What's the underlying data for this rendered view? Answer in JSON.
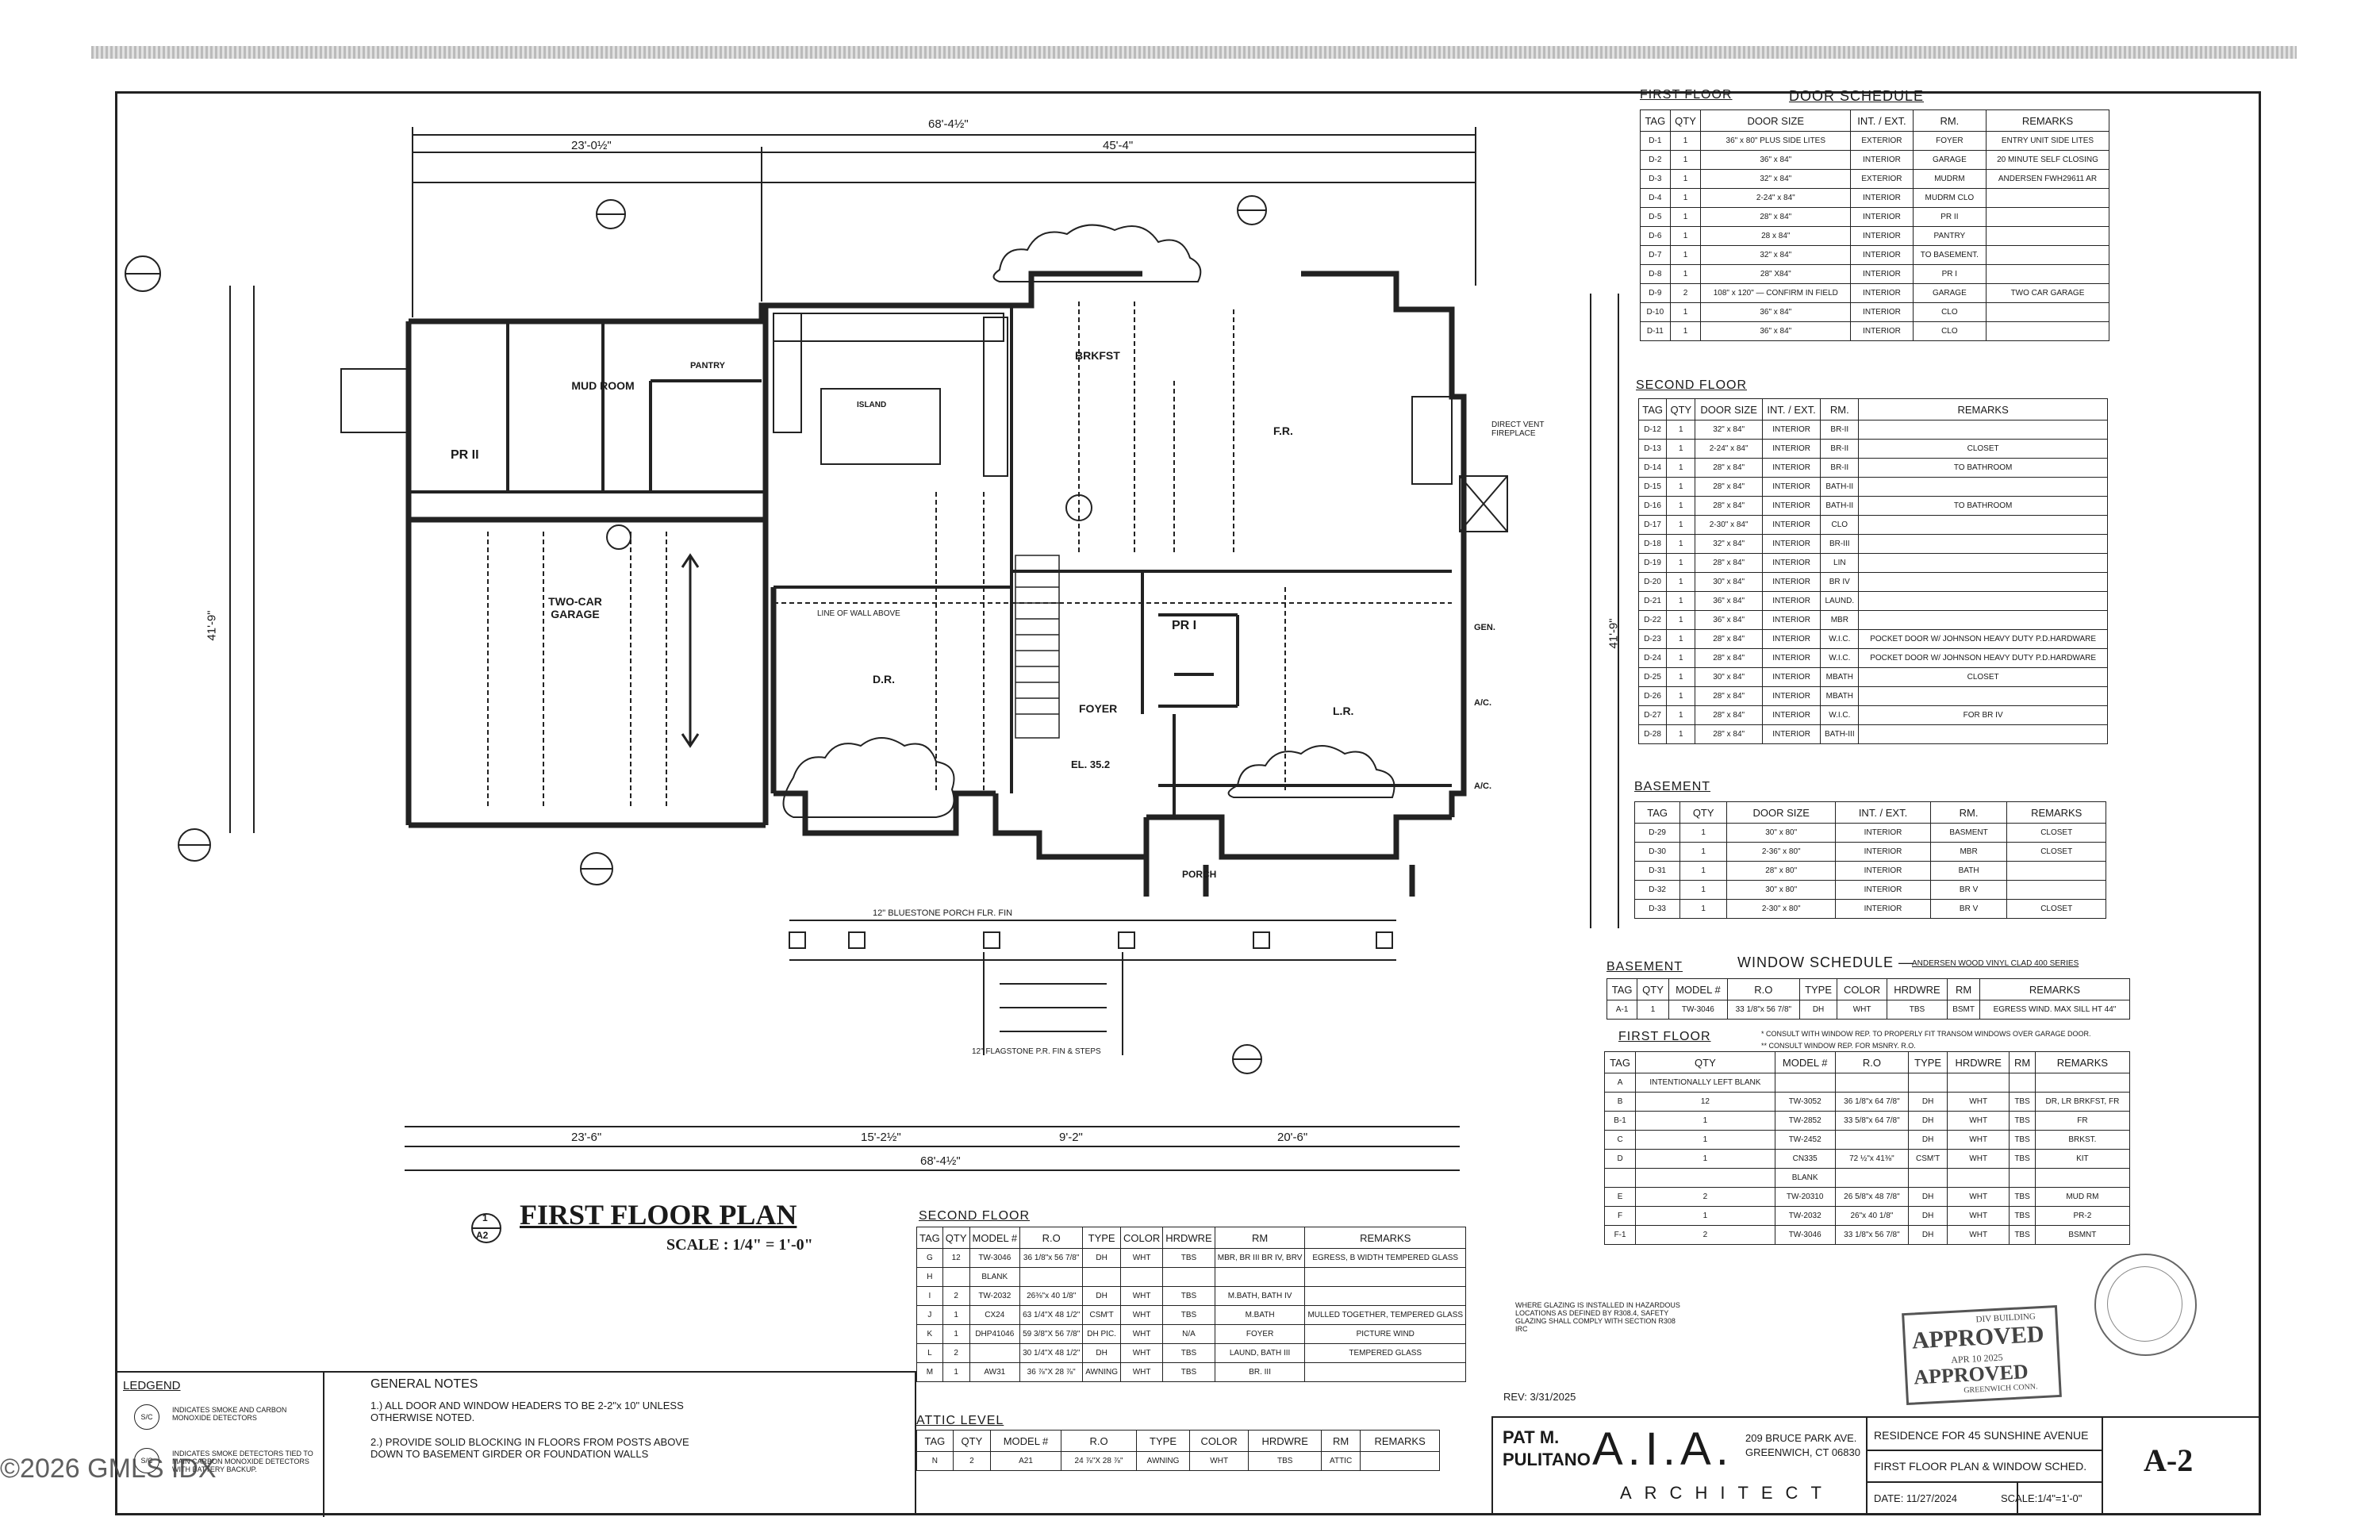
{
  "copyright": "©2026 GMLS IDX",
  "plan": {
    "title": "FIRST FLOOR PLAN",
    "scale": "SCALE : 1/4\" = 1'-0\"",
    "ref_num": "1",
    "ref_sheet": "A2",
    "rooms": {
      "mud_room": "MUD ROOM",
      "pantry": "PANTRY",
      "garage": "TWO-CAR GARAGE",
      "pr2": "PR II",
      "island": "ISLAND",
      "brkfst": "BRKFST",
      "fr": "F.R.",
      "dr": "D.R.",
      "foyer": "FOYER",
      "pr1": "PR I",
      "lr": "L.R.",
      "porch": "PORCH",
      "gen": "GEN.",
      "ac1": "A/C.",
      "ac2": "A/C."
    },
    "dims": {
      "top_overall": "68'-4½\"",
      "top_a": "23'-0½\"",
      "top_b": "45'-4\"",
      "bot_overall": "68'-4½\"",
      "bot_a": "23'-6\"",
      "bot_b": "15'-2½\"",
      "bot_c": "9'-2\"",
      "bot_d": "20'-6\"",
      "left_total": "41'-9\"",
      "right_total": "41'-9\"",
      "el": "EL. 35.2"
    },
    "notes": {
      "bluestone": "12\" BLUESTONE PORCH FLR. FIN",
      "flagstone": "12\" FLAGSTONE P.R. FIN & STEPS",
      "fireplace": "DIRECT VENT FIREPLACE",
      "line_wall": "LINE OF WALL ABOVE"
    }
  },
  "door_schedule": {
    "floor_label": "FIRST FLOOR",
    "title": "DOOR SCHEDULE",
    "headers": [
      "TAG",
      "QTY",
      "DOOR SIZE",
      "INT. / EXT.",
      "RM.",
      "REMARKS"
    ],
    "first_floor": [
      [
        "D-1",
        "1",
        "36\" x 80\" PLUS SIDE LITES",
        "EXTERIOR",
        "FOYER",
        "ENTRY UNIT SIDE LITES"
      ],
      [
        "D-2",
        "1",
        "36\" x 84\"",
        "INTERIOR",
        "GARAGE",
        "20 MINUTE SELF CLOSING"
      ],
      [
        "D-3",
        "1",
        "32\" x 84\"",
        "EXTERIOR",
        "MUDRM",
        "ANDERSEN FWH29611 AR"
      ],
      [
        "D-4",
        "1",
        "2-24\" x 84\"",
        "INTERIOR",
        "MUDRM CLO",
        ""
      ],
      [
        "D-5",
        "1",
        "28\" x 84\"",
        "INTERIOR",
        "PR II",
        ""
      ],
      [
        "D-6",
        "1",
        "28 x 84\"",
        "INTERIOR",
        "PANTRY",
        ""
      ],
      [
        "D-7",
        "1",
        "32\" x 84\"",
        "INTERIOR",
        "TO BASEMENT.",
        ""
      ],
      [
        "D-8",
        "1",
        "28\" X84\"",
        "INTERIOR",
        "PR I",
        ""
      ],
      [
        "D-9",
        "2",
        "108\" x 120\" — CONFIRM IN FIELD",
        "INTERIOR",
        "GARAGE",
        "TWO CAR GARAGE"
      ],
      [
        "D-10",
        "1",
        "36\" x 84\"",
        "INTERIOR",
        "CLO",
        ""
      ],
      [
        "D-11",
        "1",
        "36\" x 84\"",
        "INTERIOR",
        "CLO",
        ""
      ]
    ],
    "second_label": "SECOND FLOOR",
    "second_floor": [
      [
        "D-12",
        "1",
        "32\" x 84\"",
        "INTERIOR",
        "BR-II",
        ""
      ],
      [
        "D-13",
        "1",
        "2-24\" x 84\"",
        "INTERIOR",
        "BR-II",
        "CLOSET"
      ],
      [
        "D-14",
        "1",
        "28\" x 84\"",
        "INTERIOR",
        "BR-II",
        "TO BATHROOM"
      ],
      [
        "D-15",
        "1",
        "28\" x 84\"",
        "INTERIOR",
        "BATH-II",
        ""
      ],
      [
        "D-16",
        "1",
        "28\" x 84\"",
        "INTERIOR",
        "BATH-II",
        "TO BATHROOM"
      ],
      [
        "D-17",
        "1",
        "2-30\" x 84\"",
        "INTERIOR",
        "CLO",
        ""
      ],
      [
        "D-18",
        "1",
        "32\" x 84\"",
        "INTERIOR",
        "BR-III",
        ""
      ],
      [
        "D-19",
        "1",
        "28\" x 84\"",
        "INTERIOR",
        "LIN",
        ""
      ],
      [
        "D-20",
        "1",
        "30\" x 84\"",
        "INTERIOR",
        "BR IV",
        ""
      ],
      [
        "D-21",
        "1",
        "36\" x 84\"",
        "INTERIOR",
        "LAUND.",
        ""
      ],
      [
        "D-22",
        "1",
        "36\" x 84\"",
        "INTERIOR",
        "MBR",
        ""
      ],
      [
        "D-23",
        "1",
        "28\" x 84\"",
        "INTERIOR",
        "W.I.C.",
        "POCKET DOOR W/ JOHNSON HEAVY DUTY P.D.HARDWARE"
      ],
      [
        "D-24",
        "1",
        "28\" x 84\"",
        "INTERIOR",
        "W.I.C.",
        "POCKET DOOR W/ JOHNSON HEAVY DUTY P.D.HARDWARE"
      ],
      [
        "D-25",
        "1",
        "30\" x 84\"",
        "INTERIOR",
        "MBATH",
        "CLOSET"
      ],
      [
        "D-26",
        "1",
        "28\" x 84\"",
        "INTERIOR",
        "MBATH",
        ""
      ],
      [
        "D-27",
        "1",
        "28\" x 84\"",
        "INTERIOR",
        "W.I.C.",
        "FOR BR IV"
      ],
      [
        "D-28",
        "1",
        "28\" x 84\"",
        "INTERIOR",
        "BATH-III",
        ""
      ]
    ],
    "basement_label": "BASEMENT",
    "basement": [
      [
        "D-29",
        "1",
        "30\" x 80\"",
        "INTERIOR",
        "BASMENT",
        "CLOSET"
      ],
      [
        "D-30",
        "1",
        "2-36\" x 80\"",
        "INTERIOR",
        "MBR",
        "CLOSET"
      ],
      [
        "D-31",
        "1",
        "28\" x 80\"",
        "INTERIOR",
        "BATH",
        ""
      ],
      [
        "D-32",
        "1",
        "30\" x 80\"",
        "INTERIOR",
        "BR V",
        ""
      ],
      [
        "D-33",
        "1",
        "2-30\" x 80\"",
        "INTERIOR",
        "BR V",
        "CLOSET"
      ]
    ]
  },
  "window_schedule": {
    "basement_label": "BASEMENT",
    "title": "WINDOW SCHEDULE —",
    "subtitle": "ANDERSEN WOOD VINYL CLAD 400 SERIES",
    "headers": [
      "TAG",
      "QTY",
      "MODEL #",
      "R.O",
      "TYPE",
      "COLOR",
      "HRDWRE",
      "RM",
      "REMARKS"
    ],
    "basement": [
      [
        "A-1",
        "1",
        "TW-3046",
        "33 1/8\"x 56 7/8\"",
        "DH",
        "WHT",
        "TBS",
        "BSMT",
        "EGRESS WIND. MAX SILL HT 44\""
      ]
    ],
    "note1": "* CONSULT WITH WINDOW REP. TO PROPERLY FIT TRANSOM WINDOWS OVER GARAGE DOOR.",
    "note2": "** CONSULT WINDOW REP. FOR MSNRY. R.O.",
    "first_label": "FIRST FLOOR",
    "headers2": [
      "TAG",
      "QTY",
      "MODEL #",
      "R.O",
      "TYPE",
      "HRDWRE",
      "RM",
      "REMARKS"
    ],
    "first_floor": [
      [
        "A",
        "INTENTIONALLY LEFT BLANK",
        "",
        "",
        "",
        "",
        "",
        ""
      ],
      [
        "B",
        "12",
        "TW-3052",
        "36 1/8\"x 64 7/8\"",
        "DH",
        "WHT",
        "TBS",
        "DR, LR BRKFST, FR"
      ],
      [
        "B-1",
        "1",
        "TW-2852",
        "33 5/8\"x 64 7/8\"",
        "DH",
        "WHT",
        "TBS",
        "FR"
      ],
      [
        "C",
        "1",
        "TW-2452",
        "",
        "DH",
        "WHT",
        "TBS",
        "BRKST."
      ],
      [
        "D",
        "1",
        "CN335",
        "72 ½\"x 41⅜\"",
        "CSM'T",
        "WHT",
        "TBS",
        "KIT"
      ],
      [
        "",
        "",
        "BLANK",
        "",
        "",
        "",
        "",
        ""
      ],
      [
        "E",
        "2",
        "TW-20310",
        "26 5/8\"x 48 7/8\"",
        "DH",
        "WHT",
        "TBS",
        "MUD RM"
      ],
      [
        "F",
        "1",
        "TW-2032",
        "26\"x 40 1/8\"",
        "DH",
        "WHT",
        "TBS",
        "PR-2"
      ],
      [
        "F-1",
        "2",
        "TW-3046",
        "33 1/8\"x 56 7/8\"",
        "DH",
        "WHT",
        "TBS",
        "BSMNT"
      ]
    ]
  },
  "second_window": {
    "label": "SECOND FLOOR",
    "headers": [
      "TAG",
      "QTY",
      "MODEL #",
      "R.O",
      "TYPE",
      "COLOR",
      "HRDWRE",
      "RM",
      "REMARKS"
    ],
    "rows": [
      [
        "G",
        "12",
        "TW-3046",
        "36 1/8\"x 56 7/8\"",
        "DH",
        "WHT",
        "TBS",
        "MBR, BR III BR IV, BRV",
        "EGRESS, B WIDTH TEMPERED GLASS"
      ],
      [
        "H",
        "",
        "BLANK",
        "",
        "",
        "",
        "",
        "",
        ""
      ],
      [
        "I",
        "2",
        "TW-2032",
        "26⅜\"x 40 1/8\"",
        "DH",
        "WHT",
        "TBS",
        "M.BATH, BATH IV",
        ""
      ],
      [
        "J",
        "1",
        "CX24",
        "63 1/4\"X 48 1/2\"",
        "CSM'T",
        "WHT",
        "TBS",
        "M.BATH",
        "MULLED TOGETHER, TEMPERED GLASS"
      ],
      [
        "K",
        "1",
        "DHP41046",
        "59 3/8\"X 56 7/8\"",
        "DH PIC.",
        "WHT",
        "N/A",
        "FOYER",
        "PICTURE WIND"
      ],
      [
        "L",
        "2",
        "",
        "30 1/4\"X 48 1/2\"",
        "DH",
        "WHT",
        "TBS",
        "LAUND, BATH III",
        "TEMPERED GLASS"
      ],
      [
        "M",
        "1",
        "AW31",
        "36 ⅞\"X 28 ⅞\"",
        "AWNING",
        "WHT",
        "TBS",
        "BR. III",
        ""
      ]
    ]
  },
  "attic_window": {
    "label": "ATTIC LEVEL",
    "headers": [
      "TAG",
      "QTY",
      "MODEL #",
      "R.O",
      "TYPE",
      "COLOR",
      "HRDWRE",
      "RM",
      "REMARKS"
    ],
    "rows": [
      [
        "N",
        "2",
        "A21",
        "24 ⅞\"X 28 ⅞\"",
        "AWNING",
        "WHT",
        "TBS",
        "ATTIC",
        ""
      ]
    ]
  },
  "legend": {
    "title": "LEDGEND",
    "item1_sym": "S/C",
    "item1": "INDICATES SMOKE AND CARBON MONOXIDE DETECTORS",
    "item2_sym": "S/C",
    "item2": "INDICATES SMOKE DETECTORS TIED TO MAIN CARBON MONOXIDE DETECTORS WITH BATTERY BACKUP."
  },
  "general_notes": {
    "title": "GENERAL NOTES",
    "n1": "1.) ALL DOOR AND WINDOW HEADERS TO BE 2-2\"x 10\" UNLESS OTHERWISE NOTED.",
    "n2": "2.) PROVIDE SOLID BLOCKING IN FLOORS FROM POSTS ABOVE DOWN TO BASEMENT GIRDER OR FOUNDATION WALLS"
  },
  "glazing_note": "WHERE GLAZING IS INSTALLED IN HAZARDOUS LOCATIONS AS DEFINED BY R308.4, SAFETY GLAZING SHALL COMPLY WITH SECTION R308 IRC",
  "rev": "REV: 3/31/2025",
  "stamp": {
    "dept": "DIV BUILDING",
    "approved": "APPROVED",
    "date": "APR 10 2025",
    "approved2": "APPROVED",
    "city": "GREENWICH CONN."
  },
  "title_block": {
    "name1": "PAT M.",
    "name2": "PULITANO",
    "aia": "A.I.A.",
    "architect": "ARCHITECT",
    "addr1": "209 BRUCE PARK AVE.",
    "addr2": "GREENWICH, CT 06830",
    "project": "RESIDENCE FOR 45 SUNSHINE AVENUE",
    "sheet_title": "FIRST FLOOR PLAN & WINDOW SCHED.",
    "date": "DATE: 11/27/2024",
    "scale": "SCALE:1/4\"=1'-0\"",
    "sheet_no": "A-2"
  }
}
